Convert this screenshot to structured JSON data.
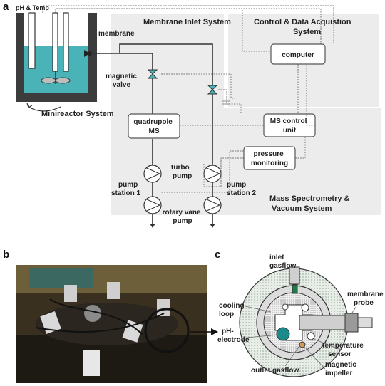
{
  "panels": {
    "a": "a",
    "b": "b",
    "c": "c"
  },
  "top_left": {
    "ph_temp": "pH & Temp",
    "membrane": "membrane",
    "magnetic_valve": "magnetic\nvalve",
    "minireactor": "Minireactor System"
  },
  "sections": {
    "membrane_inlet": "Membrane Inlet System",
    "control": "Control & Data Acquistion\nSystem",
    "mass_spec": "Mass Spectrometry &\nVacuum System"
  },
  "boxes": {
    "computer": "computer",
    "quadrupole": "quadrupole\nMS",
    "ms_control": "MS control\nunit",
    "pressure": "pressure\nmonitoring"
  },
  "pumps": {
    "turbo": "turbo\npump",
    "station1": "pump\nstation 1",
    "station2": "pump\nstation 2",
    "rotary": "rotary vane\npump"
  },
  "panel_c": {
    "inlet": "inlet\ngasflow",
    "cooling": "cooling\nloop",
    "ph": "pH-\nelectrode",
    "membrane_probe": "membrane\nprobe",
    "temp_sensor": "temperature\nsensor",
    "outlet": "outlet gasflow",
    "impeller": "magnetic\nimpeller"
  },
  "colors": {
    "water": "#4ab3b8",
    "panel_bg": "#ececec",
    "vessel": "#3c3c3c"
  }
}
